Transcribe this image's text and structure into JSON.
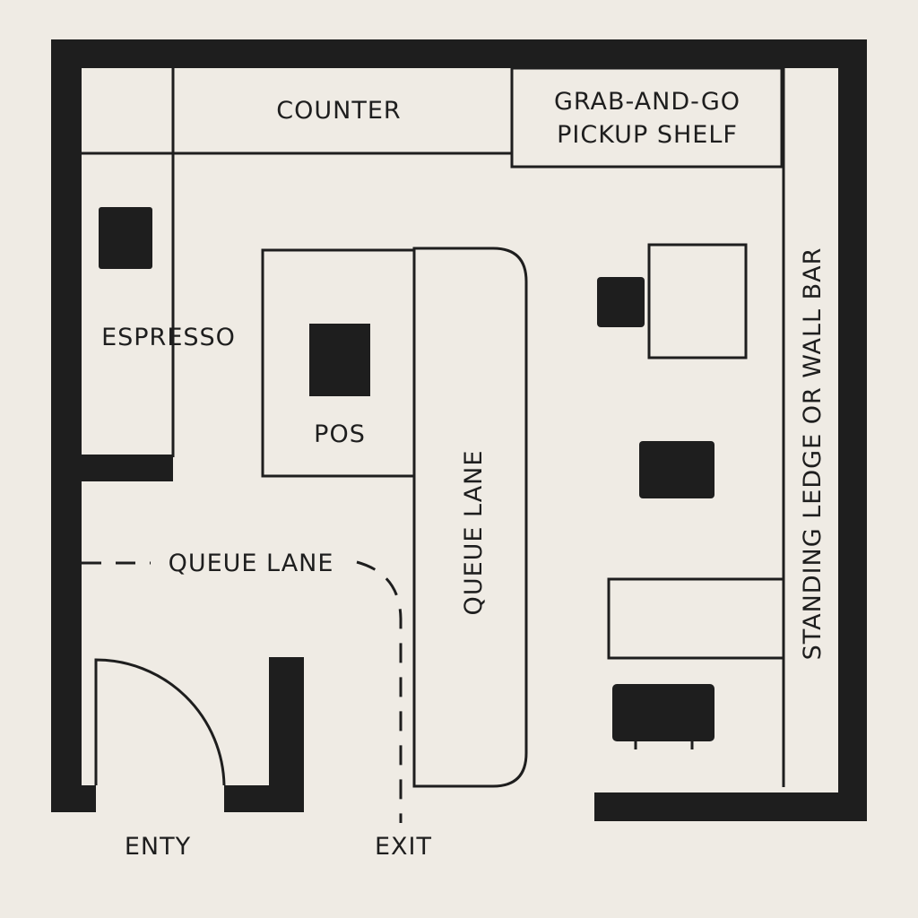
{
  "labels": {
    "counter": "COUNTER",
    "grab_and_go_line1": "GRAB-AND-GO",
    "grab_and_go_line2": "PICKUP SHELF",
    "espresso": "ESPRESSO",
    "pos": "POS",
    "queue_lane_vertical": "QUEUE LANE",
    "queue_lane_horizontal": "QUEUE LANE",
    "standing_ledge": "STANDING LEDGE OR WALL BAR",
    "entry": "ENTY",
    "exit": "EXIT"
  },
  "colors": {
    "background": "#efebe4",
    "ink": "#1e1e1e"
  }
}
